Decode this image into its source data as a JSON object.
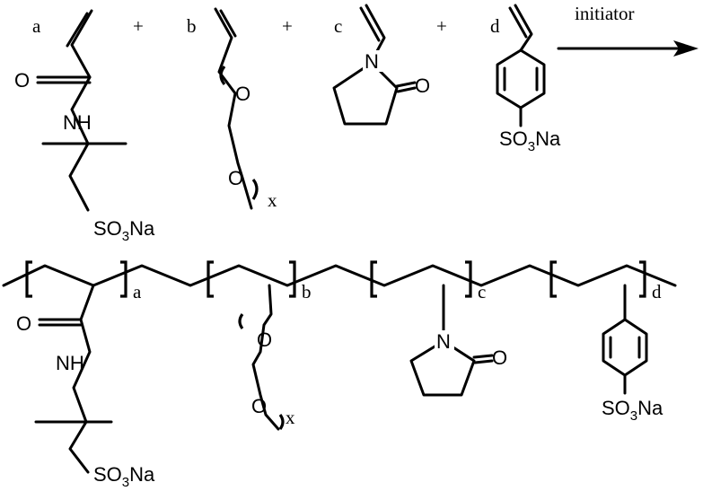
{
  "monomers": {
    "a": {
      "label": "a",
      "oxygen": "O",
      "nh": "NH",
      "so3na_pre": "SO",
      "so3na_sub": "3",
      "so3na_post": "Na"
    },
    "b": {
      "label": "b",
      "o1": "O",
      "o2": "O",
      "x": "x"
    },
    "c": {
      "label": "c",
      "n": "N",
      "o": "O"
    },
    "d": {
      "label": "d",
      "so3na_pre": "SO",
      "so3na_sub": "3",
      "so3na_post": "Na"
    }
  },
  "plus": "+",
  "arrow": {
    "label": "initiator"
  },
  "polymer": {
    "a_sub": "a",
    "b_sub": "b",
    "c_sub": "c",
    "d_sub": "d",
    "a_o": "O",
    "a_nh": "NH",
    "a_so_pre": "SO",
    "a_so_sub": "3",
    "a_so_post": "Na",
    "b_o1": "O",
    "b_o2": "O",
    "b_x": "x",
    "c_n": "N",
    "c_o": "O",
    "d_so_pre": "SO",
    "d_so_sub": "3",
    "d_so_post": "Na"
  }
}
